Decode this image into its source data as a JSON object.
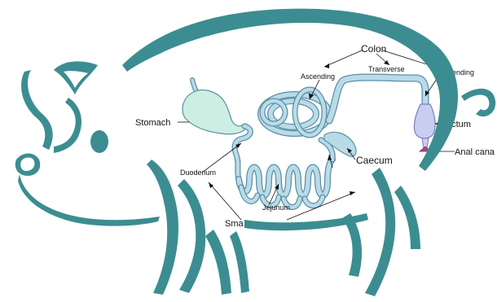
{
  "colors": {
    "outline": "#3c8d91",
    "organ_fill": "#b9dbe8",
    "organ_stroke": "#5b8fa5",
    "stomach_fill": "#cdeee2",
    "rectum_fill": "#c9cdf0",
    "arrow": "#111111"
  },
  "icons": {
    "pig": "pig-silhouette-icon",
    "eye": "eye-icon"
  },
  "labels": {
    "colon": "Colon",
    "ascending": "Ascending",
    "transverse": "Transverse",
    "descending": "escending",
    "stomach": "Stomach",
    "rectum": "ectum",
    "anal_canal": "Anal cana",
    "caecum": "Caecum",
    "duodenum": "Duodenum",
    "jejunum": "Jejunum",
    "small": "Sma"
  }
}
